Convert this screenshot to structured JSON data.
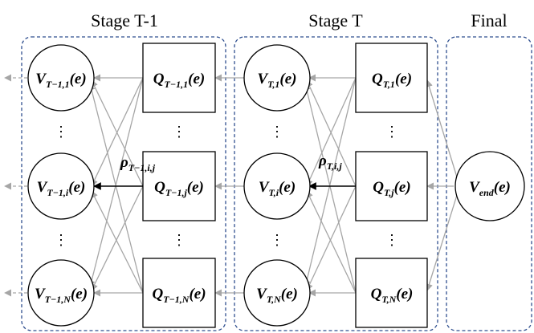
{
  "stages": {
    "left": {
      "title": "Stage T-1"
    },
    "mid": {
      "title": "Stage T"
    },
    "final": {
      "title": "Final"
    }
  },
  "nodes": {
    "v_t1_1": {
      "base": "V",
      "sub": "T−1,1",
      "arg": "(e)"
    },
    "v_t1_i": {
      "base": "V",
      "sub": "T−1,i",
      "arg": "(e)"
    },
    "v_t1_N": {
      "base": "V",
      "sub": "T−1,N",
      "arg": "(e)"
    },
    "q_t1_1": {
      "base": "Q",
      "sub": "T−1,1",
      "arg": "(e)"
    },
    "q_t1_j": {
      "base": "Q",
      "sub": "T−1,j",
      "arg": "(e)"
    },
    "q_t1_N": {
      "base": "Q",
      "sub": "T−1,N",
      "arg": "(e)"
    },
    "v_t_1": {
      "base": "V",
      "sub": "T,1",
      "arg": "(e)"
    },
    "v_t_i": {
      "base": "V",
      "sub": "T,i",
      "arg": "(e)"
    },
    "v_t_N": {
      "base": "V",
      "sub": "T,N",
      "arg": "(e)"
    },
    "q_t_1": {
      "base": "Q",
      "sub": "T,1",
      "arg": "(e)"
    },
    "q_t_j": {
      "base": "Q",
      "sub": "T,j",
      "arg": "(e)"
    },
    "q_t_N": {
      "base": "Q",
      "sub": "T,N",
      "arg": "(e)"
    },
    "v_end": {
      "base": "V",
      "sub": "end",
      "arg": "(e)"
    }
  },
  "edge_labels": {
    "rho_t1": {
      "base": "ρ",
      "sub": "T−1,i,j"
    },
    "rho_t": {
      "base": "ρ",
      "sub": "T,i,j"
    }
  },
  "ellipsis": "⋮",
  "colors": {
    "stage_border": "#2f4f8f",
    "edge_gray": "#a6a6a6",
    "edge_dark": "#000000",
    "node_stroke": "#000000"
  }
}
